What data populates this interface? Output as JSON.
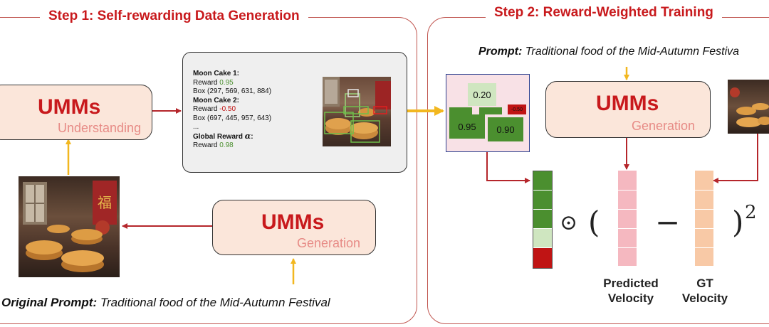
{
  "step1": {
    "title": "Step 1: Self-rewarding Data Generation",
    "understanding_box": {
      "title": "UMMs",
      "subtitle": "Understanding"
    },
    "generation_box": {
      "title": "UMMs",
      "subtitle": "Generation"
    },
    "original_prompt": {
      "label": "Original Prompt:",
      "text": "Traditional food of the Mid-Autumn Festival"
    },
    "reward_info": {
      "cake1_label": "Moon Cake 1:",
      "cake1_reward_label": "Reward",
      "cake1_reward_value": "0.95",
      "cake1_box": "Box (297, 569, 631, 884)",
      "cake2_label": "Moon Cake 2:",
      "cake2_reward_label": "Reward",
      "cake2_reward_value": "-0.50",
      "cake2_box": "Box (697, 445, 957, 643)",
      "ellipsis": "...",
      "global_label": "Global Reward",
      "global_symbol": "α",
      "global_colon": ":",
      "global_reward_label": "Reward",
      "global_reward_value": "0.98"
    }
  },
  "step2": {
    "title": "Step 2: Reward-Weighted Training",
    "prompt": {
      "label": "Prompt:",
      "text": "Traditional food of the Mid-Autumn Festiva"
    },
    "generation_box": {
      "title": "UMMs",
      "subtitle": "Generation"
    },
    "reward_map": {
      "top": "0.20",
      "left": "0.95",
      "right": "0.90",
      "neg": "-0.50"
    },
    "formula": {
      "odot": "⊙",
      "open_paren": "(",
      "minus": "−",
      "close_paren": ")",
      "exponent": "2"
    },
    "predicted_label_1": "Predicted",
    "predicted_label_2": "Velocity",
    "gt_label_1": "GT",
    "gt_label_2": "Velocity"
  },
  "colors": {
    "accent_red": "#c8191c",
    "reward_green": "#4b8f2f",
    "reward_light_green": "#cfe6c0",
    "reward_red": "#c01414",
    "predicted_pink": "#f5b8c0",
    "gt_peach": "#f8c9a6",
    "arrow_red": "#b5262b",
    "arrow_yellow": "#f2b71f"
  }
}
